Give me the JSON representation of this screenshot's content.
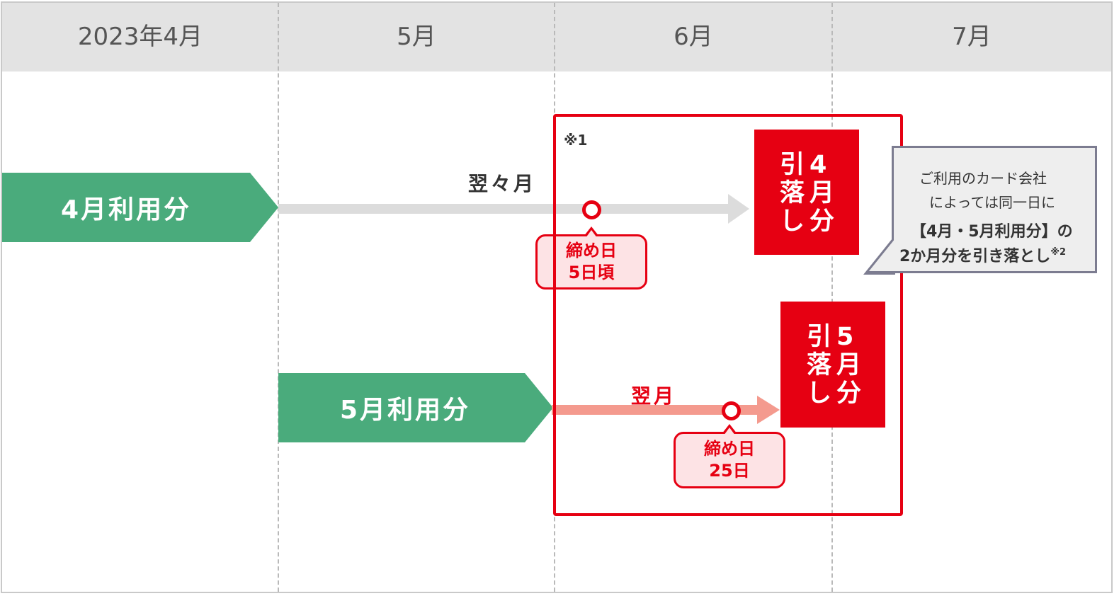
{
  "header": {
    "months": [
      "2023年4月",
      "5月",
      "6月",
      "7月"
    ]
  },
  "periods": {
    "april": "4月利用分",
    "may": "5月利用分"
  },
  "timing": {
    "april": "翌々月",
    "may": "翌月"
  },
  "closing": {
    "april": [
      "締め日",
      "5日頃"
    ],
    "may": [
      "締め日",
      "25日"
    ]
  },
  "note_mark": "※1",
  "debit": {
    "april": {
      "col1": "引落し",
      "col2": "4月分"
    },
    "may": {
      "col1": "引落し",
      "col2": "5月分"
    }
  },
  "callout": {
    "line1": "ご利用のカード会社",
    "line2": "によっては同一日に",
    "line3": "【4月・5月利用分】の",
    "line4": "2か月分を引き落とし",
    "note": "※2"
  },
  "colors": {
    "header_bg": "#e3e3e3",
    "usage_green": "#4aab7c",
    "accent_red": "#e60012",
    "arrow_gray": "#dcdcdc",
    "arrow_salmon": "#f49a8e",
    "bubble_pink": "#fde3e5",
    "callout_bg": "#eeeeee",
    "callout_border": "#7c7c90"
  }
}
